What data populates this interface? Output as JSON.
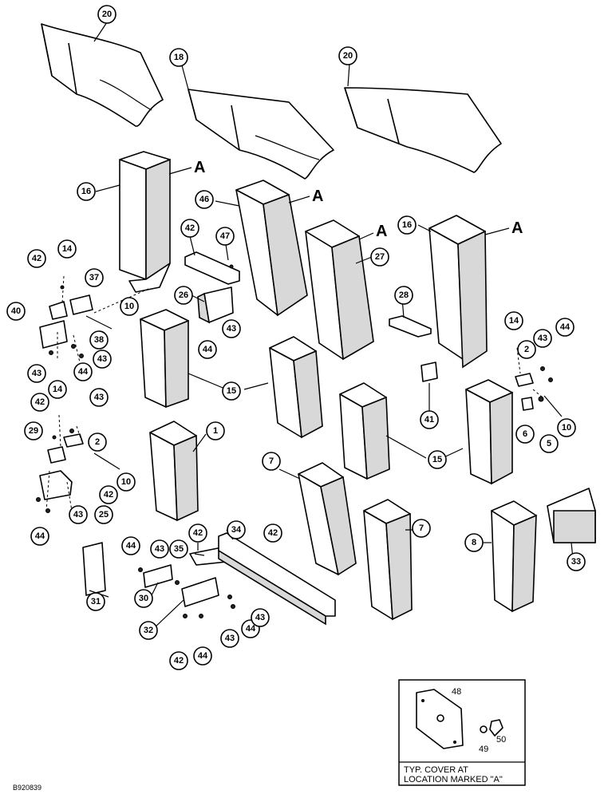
{
  "diagram_code": "B920839",
  "inset": {
    "caption_line1": "TYP. COVER AT",
    "caption_line2": "LOCATION MARKED \"A\"",
    "labels": [
      "48",
      "49",
      "50"
    ]
  },
  "location_marker": "A",
  "callouts": [
    "20",
    "18",
    "20",
    "16",
    "46",
    "16",
    "27",
    "42",
    "47",
    "14",
    "42",
    "37",
    "26",
    "28",
    "40",
    "10",
    "38",
    "43",
    "44",
    "43",
    "44",
    "43",
    "14",
    "43",
    "44",
    "2",
    "14",
    "42",
    "43",
    "2",
    "15",
    "41",
    "29",
    "6",
    "5",
    "10",
    "15",
    "1",
    "10",
    "42",
    "7",
    "25",
    "43",
    "44",
    "7",
    "8",
    "33",
    "44",
    "42",
    "34",
    "42",
    "43",
    "35",
    "31",
    "30",
    "32",
    "44",
    "43",
    "43",
    "42",
    "44"
  ]
}
